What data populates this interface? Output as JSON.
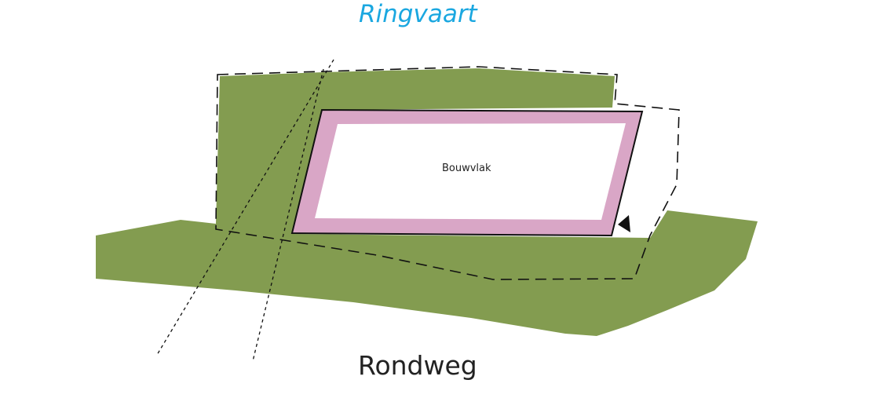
{
  "labels": {
    "water": "Ringvaart",
    "road": "Rondweg",
    "building_area": "Bouwvlak"
  },
  "colors": {
    "green": "#839c50",
    "pink": "#d9a6c6",
    "water_text": "#1aa7e0"
  }
}
